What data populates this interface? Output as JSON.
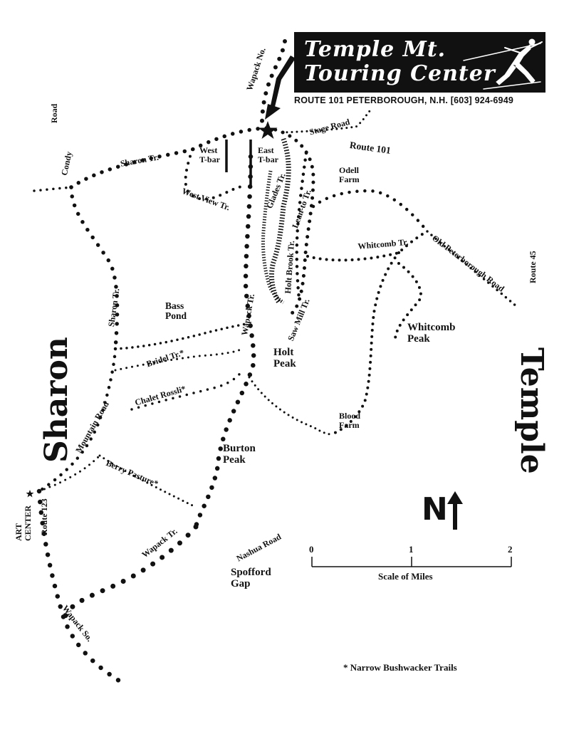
{
  "banner": {
    "line1": "Temple Mt.",
    "line2": "Touring Center",
    "address": "ROUTE 101 PETERBOROUGH, N.H. [603] 924-6949",
    "skier_icon": "cross-country-skier-icon"
  },
  "towns": {
    "sharon": "Sharon",
    "temple": "Temple"
  },
  "peaks": {
    "holt": [
      "Holt",
      "Peak"
    ],
    "burton": [
      "Burton",
      "Peak"
    ],
    "whitcomb": [
      "Whitcomb",
      "Peak"
    ],
    "spofford": [
      "Spofford",
      "Gap"
    ]
  },
  "places": {
    "bass_pond": [
      "Bass",
      "Pond"
    ],
    "odell_farm": [
      "Odell",
      "Farm"
    ],
    "blood_farm": [
      "Blood",
      "Farm"
    ],
    "west_tbar": [
      "West",
      "T-bar"
    ],
    "east_tbar": [
      "East",
      "T-bar"
    ],
    "art_center": [
      "ART",
      "CENTER"
    ]
  },
  "trails": {
    "wapack_no": "Wapack No.",
    "sharon_tr_top": "Sharon Tr.",
    "west_view_tr": "West View Tr.",
    "glades_tr": "Glades Tr.",
    "lean_to_tr": "Lean-to Tr.",
    "holt_brook_tr": "Holt Brook Tr.",
    "saw_mill_tr": "Saw Mill Tr.",
    "wapack_tr_mid": "Wapack Tr.",
    "whitcomb_tr": "Whitcomb Tr.",
    "old_peterborough_rd": "Old Peterborough Road",
    "sharon_tr_left": "Sharon Tr.",
    "bridel_tr": "Bridel Tr.*",
    "chalet_rossli": "Chalet Rossli*",
    "berry_pasture": "Berry Pasture*",
    "wapack_tr_low": "Wapack Tr.",
    "wapack_so": "Wapack So."
  },
  "roads": {
    "stage_road": "Stage Road",
    "route_101": "Route 101",
    "route_45": "Route 45",
    "condy_road_1": "Road",
    "condy_road_2": "Condy",
    "mountain_road": "Mountain Road",
    "route_123": "Route 123",
    "nashua_road": "Nashua Road"
  },
  "compass": {
    "label": "N",
    "icon": "north-arrow-icon"
  },
  "scale": {
    "label": "Scale of Miles",
    "ticks": [
      "0",
      "1",
      "2"
    ]
  },
  "footnote": "* Narrow Bushwacker Trails",
  "colors": {
    "ink": "#111111",
    "paper": "#ffffff"
  }
}
